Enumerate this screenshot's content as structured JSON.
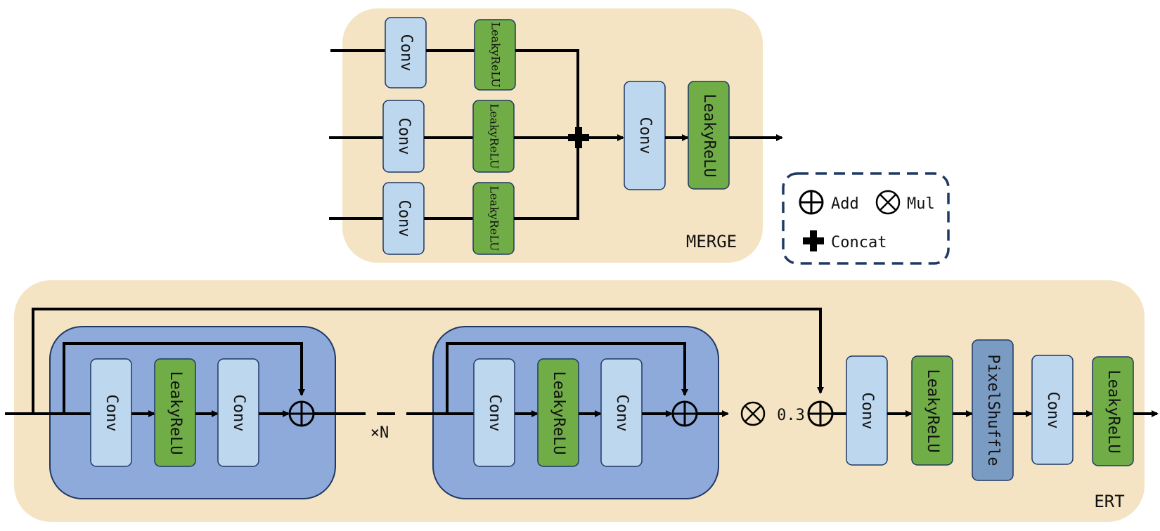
{
  "merge": {
    "title": "MERGE",
    "branches": [
      {
        "conv": "Conv",
        "act": "LeakyReLU"
      },
      {
        "conv": "Conv",
        "act": "LeakyReLU"
      },
      {
        "conv": "Conv",
        "act": "LeakyReLU"
      }
    ],
    "out_conv": "Conv",
    "out_act": "LeakyReLU"
  },
  "legend": {
    "add": "Add",
    "mul": "Mul",
    "concat": "Concat"
  },
  "ert": {
    "title": "ERT",
    "res_block_1": {
      "conv1": "Conv",
      "act": "LeakyReLU",
      "conv2": "Conv"
    },
    "res_block_2": {
      "conv1": "Conv",
      "act": "LeakyReLU",
      "conv2": "Conv"
    },
    "repeat": "×N",
    "scale": "0.3",
    "tail": [
      "Conv",
      "LeakyReLU",
      "PixelShuffle",
      "Conv",
      "LeakyReLU"
    ]
  },
  "colors": {
    "panel_bg": "#f5e4c3",
    "res_block_bg": "#8eaadb",
    "conv_fill": "#bdd7ee",
    "act_fill": "#70ad47",
    "pixelshuffle_fill": "#7b9cc2",
    "legend_border": "#1f3864"
  }
}
